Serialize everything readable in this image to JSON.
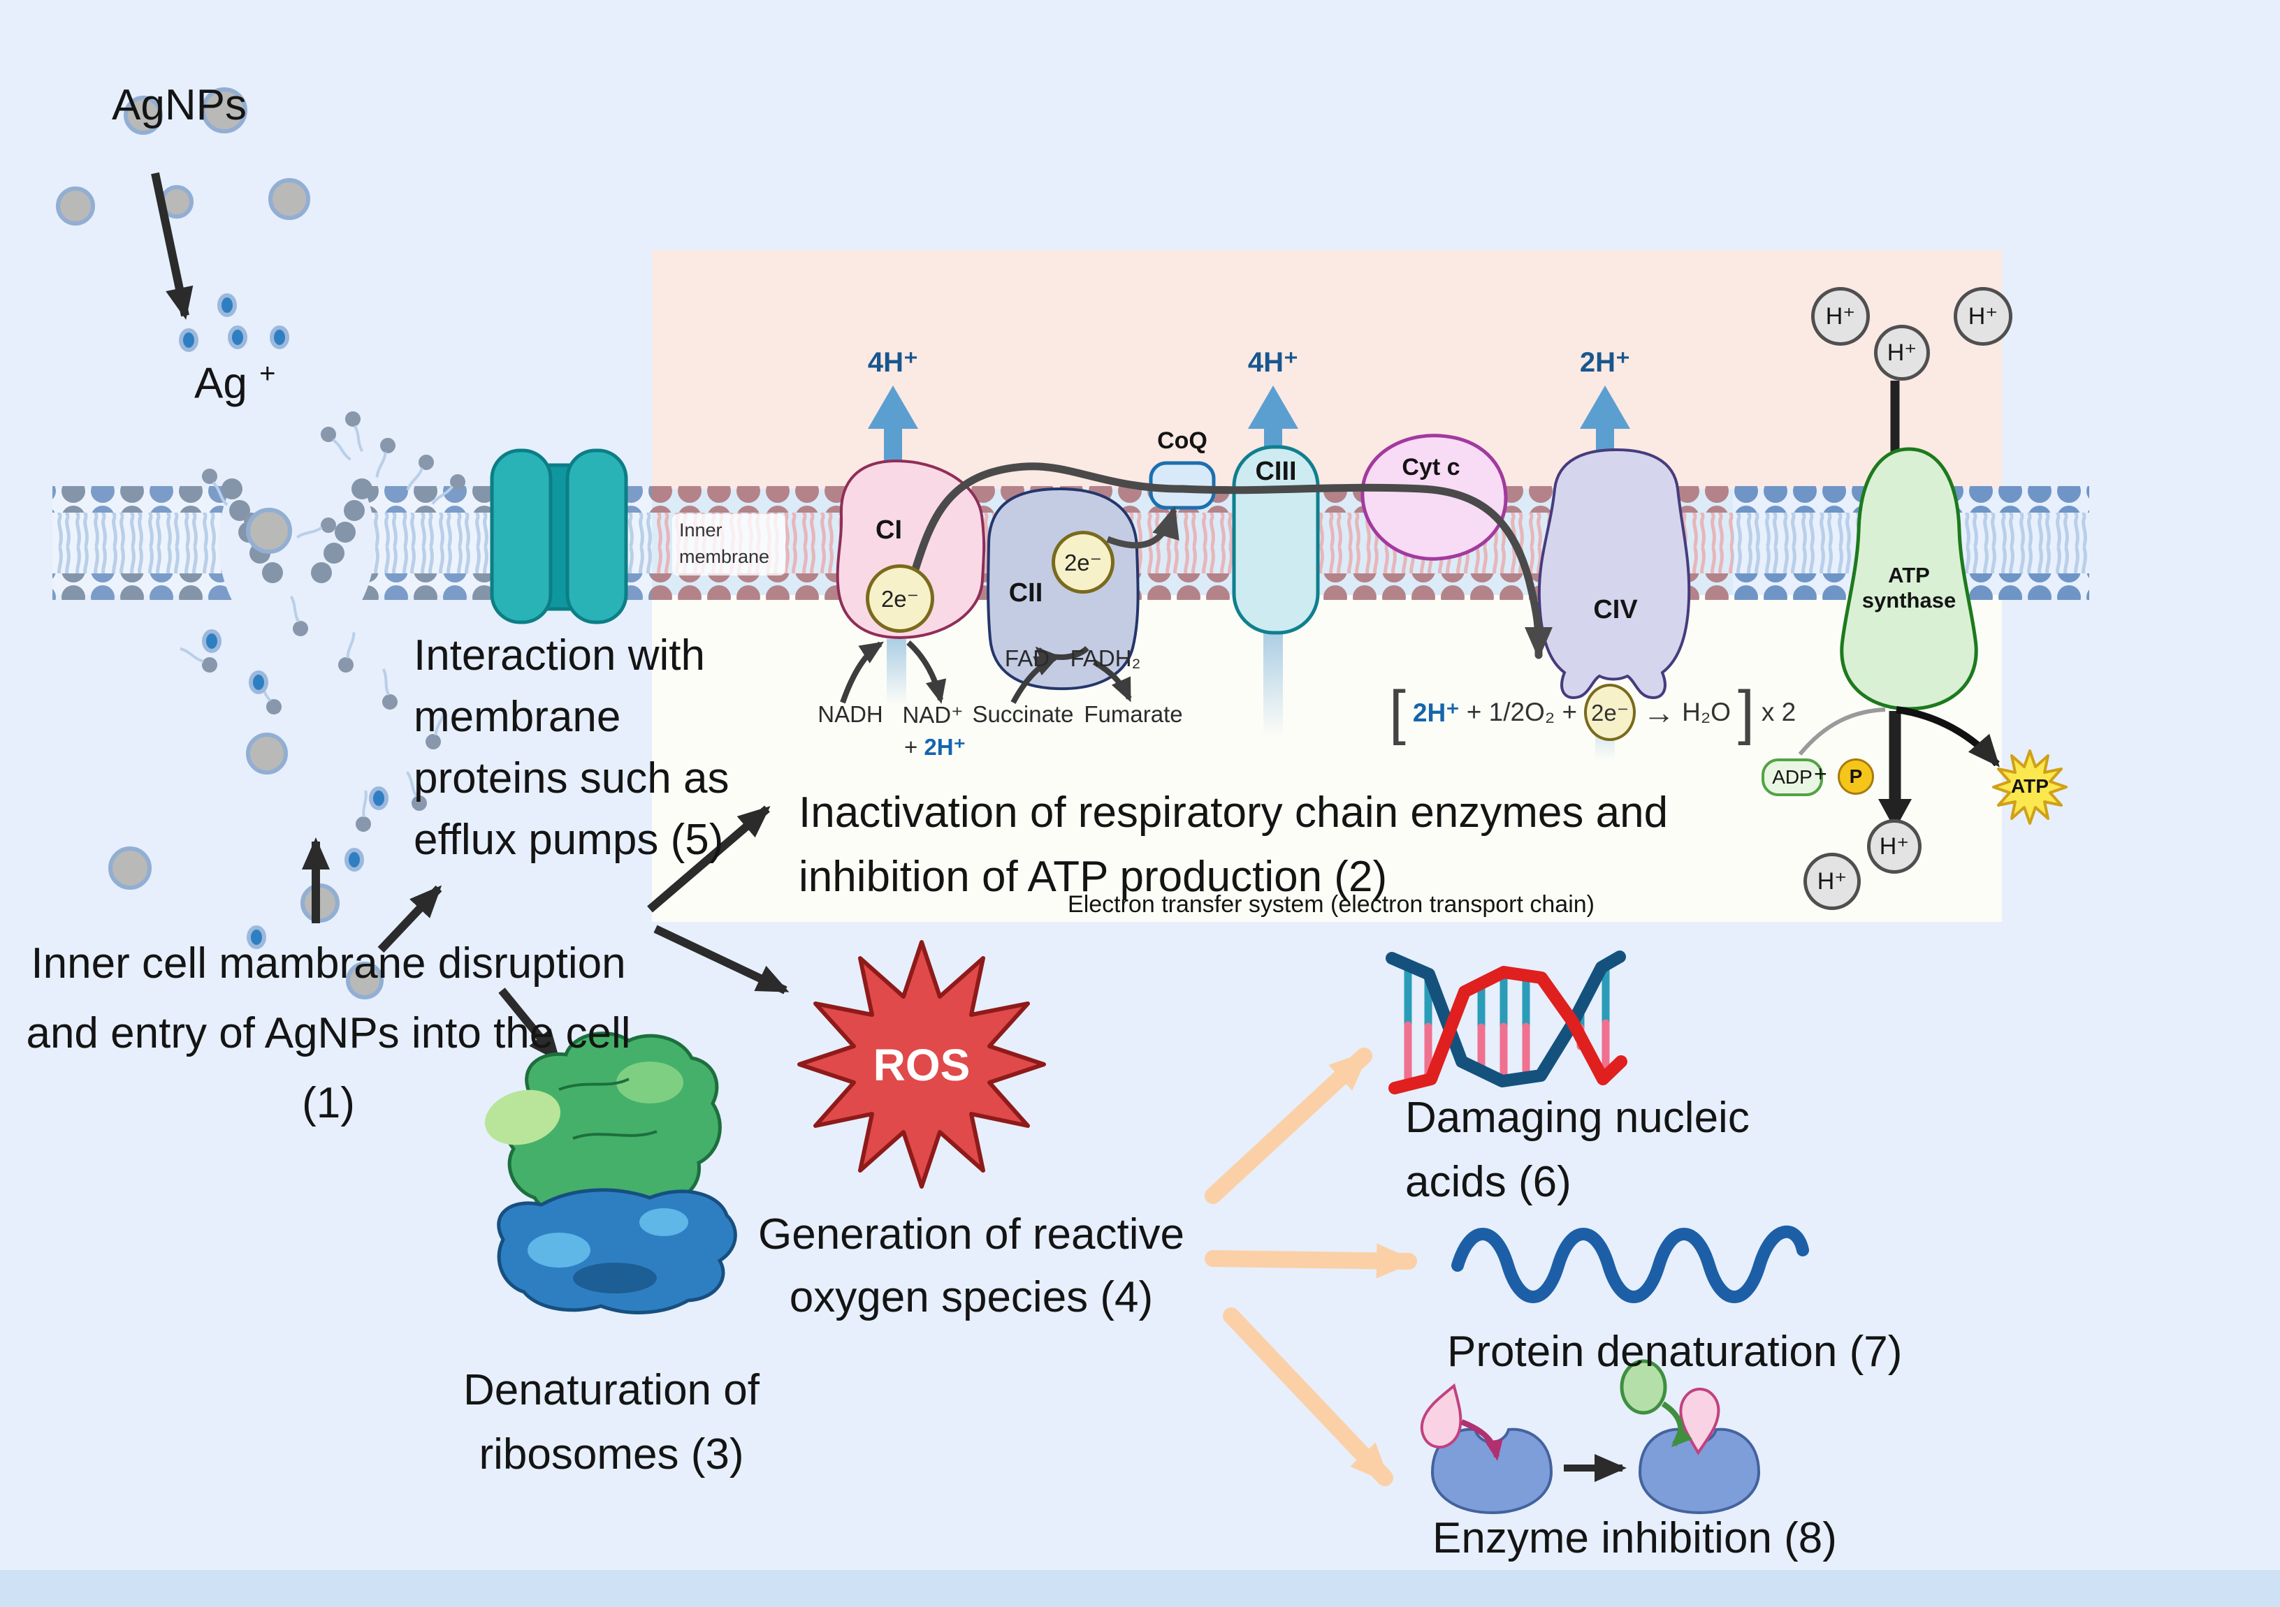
{
  "colors": {
    "background": "#e6effb",
    "etc_panel_pink": "#fbe9e3",
    "etc_panel_white": "#fdfdf8",
    "membrane_head_rose": "#b4838a",
    "membrane_head_blue": "#7b9cc8",
    "efflux_pump_teal": "#2ab3b7",
    "ros_red": "#e04a4a",
    "proton_arrow_blue": "#5b9fd0",
    "peach_arrow": "#fbd0a6",
    "atp_star_yellow": "#fae84e"
  },
  "top": {
    "agnps": "AgNPs",
    "ag": "Ag",
    "ag_plus": "+"
  },
  "steps": {
    "s1": [
      "Inner cell mambrane disruption",
      "and entry of AgNPs into the cell",
      "(1)"
    ],
    "s2": [
      "Inactivation of respiratory chain enzymes and",
      "inhibition of ATP production (2)"
    ],
    "s3": [
      "Denaturation of",
      "ribosomes (3)"
    ],
    "s4": [
      "Generation of reactive",
      "oxygen species (4)"
    ],
    "s5": [
      "Interaction with",
      "membrane",
      "proteins such as",
      "efflux pumps (5)"
    ],
    "s6": [
      "Damaging nucleic",
      "acids (6)"
    ],
    "s7": "Protein denaturation (7)",
    "s8": "Enzyme inhibition (8)"
  },
  "ros": "ROS",
  "etc": {
    "caption": "Electron transfer system (electron transport chain)",
    "inner1": "Inner",
    "inner2": "membrane",
    "ci": "CI",
    "cii": "CII",
    "ciii": "CIII",
    "civ": "CIV",
    "coq": "CoQ",
    "cytc": "Cyt c",
    "h4": "4H⁺",
    "h2": "2H⁺",
    "h": "H⁺",
    "e2": "2e⁻",
    "nadh": "NADH",
    "nad": "NAD⁺",
    "plus": "+",
    "twoH": "2H⁺",
    "succinate": "Succinate",
    "fumarate": "Fumarate",
    "fad": "FAD",
    "fadh2": "FADH₂",
    "atp1": "ATP",
    "atp2": "synthase",
    "eq": {
      "lb": "[",
      "h": "2H⁺",
      "mid": "+ 1/2O₂ +",
      "e": "2e⁻",
      "arr": "→",
      "h2o": "H₂O",
      "rb": "]",
      "x2": "x 2"
    },
    "adp": "ADP",
    "plus2": "+",
    "p": "P",
    "atp": "ATP"
  }
}
